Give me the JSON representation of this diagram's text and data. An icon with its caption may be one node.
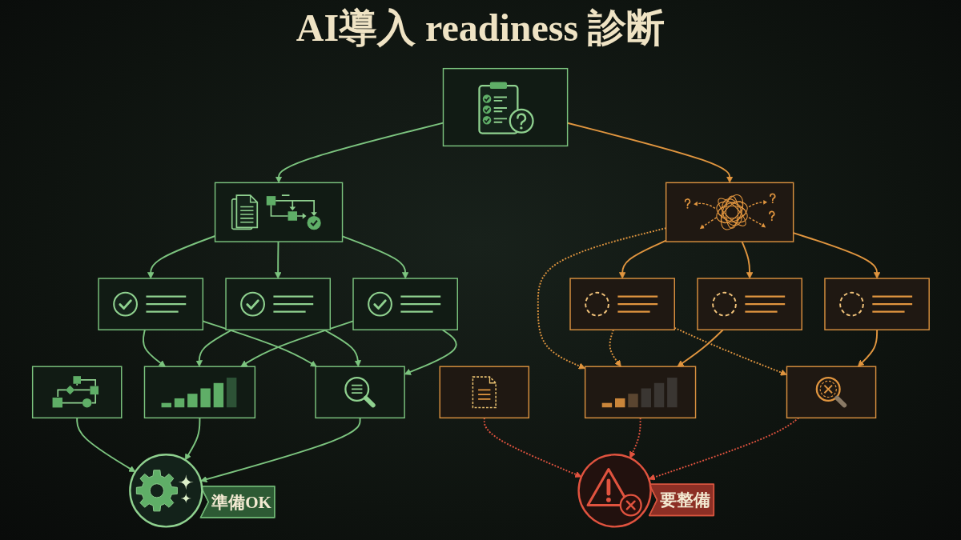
{
  "diagram": {
    "title": "AI導入 readiness 診断",
    "nodes": [
      {
        "text": [],
        "shape": "box"
      },
      {
        "text": [],
        "shape": "box"
      },
      {
        "text": [],
        "shape": "box"
      },
      {
        "text": [],
        "shape": "box"
      },
      {
        "text": [],
        "shape": "box"
      },
      {
        "text": [],
        "shape": "box"
      },
      {
        "text": [],
        "shape": "box"
      },
      {
        "text": [],
        "shape": "box"
      },
      {
        "text": [],
        "shape": "box"
      },
      {
        "text": [],
        "shape": "box"
      },
      {
        "text": [],
        "shape": "box"
      },
      {
        "text": [],
        "shape": "box"
      },
      {
        "text": [],
        "shape": "box"
      },
      {
        "text": [],
        "shape": "box"
      },
      {
        "text": [],
        "shape": "box"
      },
      {
        "text": [],
        "shape": "circle"
      },
      {
        "text": [
          "準備OK"
        ]
      },
      {
        "text": [],
        "shape": "circle"
      },
      {
        "text": [
          "要整備"
        ]
      }
    ],
    "edges": [
      {
        "from": 0,
        "to": 1,
        "arrow": "to"
      },
      {
        "from": 0,
        "to": 2,
        "arrow": "to",
        "color": "#e0953f"
      },
      {
        "from": 1,
        "to": 3,
        "arrow": "to"
      },
      {
        "from": 1,
        "to": 4,
        "arrow": "to"
      },
      {
        "from": 1,
        "to": 5,
        "arrow": "to"
      },
      {
        "from": 2,
        "to": 6,
        "arrow": "to",
        "color": "#e0953f"
      },
      {
        "from": 2,
        "to": 7,
        "arrow": "to",
        "color": "#e0953f"
      },
      {
        "from": 2,
        "to": 8,
        "arrow": "to",
        "color": "#e0953f"
      },
      {
        "from": 2,
        "to": 13,
        "arrow": "to",
        "style": "dashed",
        "color": "#e0953f"
      },
      {
        "from": 3,
        "to": 10,
        "arrow": "to"
      },
      {
        "from": 3,
        "to": 11,
        "arrow": "to"
      },
      {
        "from": 4,
        "to": 10,
        "arrow": "to"
      },
      {
        "from": 4,
        "to": 11,
        "arrow": "to"
      },
      {
        "from": 5,
        "to": 10,
        "arrow": "to"
      },
      {
        "from": 5,
        "to": 11,
        "arrow": "to"
      },
      {
        "from": 6,
        "to": 13,
        "arrow": "to",
        "style": "dashed",
        "color": "#e0953f"
      },
      {
        "from": 6,
        "to": 14,
        "arrow": "to",
        "style": "dashed",
        "color": "#e0953f"
      },
      {
        "from": 7,
        "to": 13,
        "arrow": "to",
        "color": "#e0953f"
      },
      {
        "from": 8,
        "to": 14,
        "arrow": "to",
        "color": "#e0953f"
      },
      {
        "from": 9,
        "to": 15,
        "arrow": "to"
      },
      {
        "from": 10,
        "to": 15,
        "arrow": "to"
      },
      {
        "from": 11,
        "to": 15,
        "arrow": "to"
      },
      {
        "from": 12,
        "to": 17,
        "arrow": "to",
        "style": "dashed",
        "color": "#e0533f"
      },
      {
        "from": 13,
        "to": 17,
        "arrow": "to",
        "style": "dashed",
        "color": "#e0533f"
      },
      {
        "from": 14,
        "to": 17,
        "arrow": "to",
        "style": "dashed",
        "color": "#e0533f"
      }
    ]
  }
}
